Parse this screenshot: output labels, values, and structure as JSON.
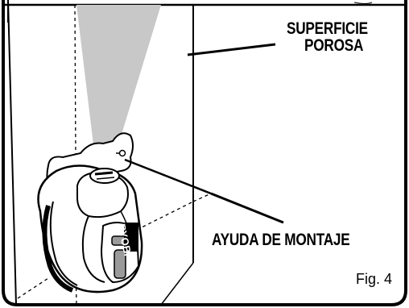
{
  "diagram": {
    "surface_label_line1": "SUPERFICIE",
    "surface_label_line2": "POROSA",
    "mount_label": "AYUDA DE MONTAJE",
    "figure_label": "Fig. 4",
    "brand_mark": "RYOBI",
    "colors": {
      "ink": "#000000",
      "beam": "#c8c8c8",
      "background": "#ffffff"
    }
  }
}
